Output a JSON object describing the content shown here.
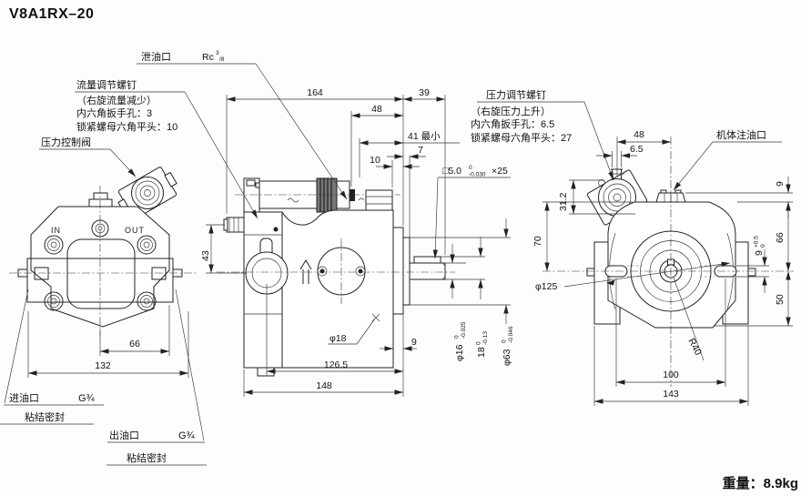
{
  "title": "V8A1RX–20",
  "weight_text": "重量：8.9kg",
  "callouts": {
    "drain_port": "泄油口",
    "drain_thread": {
      "base": "Rc",
      "sup": "3",
      "denom": "/8"
    },
    "flow_screw": {
      "title": "流量调节螺钉",
      "note1": "（右旋流量减少）",
      "note2": "内六角扳手孔：3",
      "note3": "锁紧螺母六角平头：10"
    },
    "pressure_valve": "压力控制阀",
    "pressure_screw": {
      "title": "压力调节螺钉",
      "note1": "（右旋压力上升）",
      "note2": "内六角扳手孔：6.5",
      "note3": "锁紧螺母六角平头：27"
    },
    "body_fill_port": "机体注油口",
    "inlet": {
      "title": "进油口",
      "thread": "G¾",
      "seal": "粘结密封"
    },
    "outlet": {
      "title": "出油口",
      "thread": "G¾",
      "seal": "粘结密封"
    },
    "key_spec": {
      "prefix": "□5.0",
      "tol_upper": "0",
      "tol_lower": "-0.030",
      "suffix": "×25"
    }
  },
  "markings": {
    "in": "IN",
    "out": "OUT"
  },
  "dims": {
    "front": {
      "half_width": "66",
      "full_width": "132",
      "port_height": "43"
    },
    "side": {
      "body_length": "164",
      "shaft_ext": "39",
      "d48": "48",
      "min41": "41 最小",
      "d10": "10",
      "d7": "7",
      "shaft_dia": {
        "prefix": "φ16",
        "tol_upper": "0",
        "tol_lower": "-0.025"
      },
      "key_height": {
        "prefix": "18",
        "tol_upper": "0",
        "tol_lower": "-0.13"
      },
      "spigot_dia": {
        "prefix": "φ63",
        "tol_upper": "0",
        "tol_lower": "-0.046"
      },
      "port_dia": "φ18",
      "flange_t": "9",
      "d126": "126.5",
      "d148": "148"
    },
    "rear": {
      "d31": "31.2",
      "d70": "70",
      "d48": "48",
      "d65": "6.5",
      "d9top": "9",
      "d66": "66",
      "d50": "50",
      "slot": {
        "prefix": "9",
        "tol_upper": "+0.5",
        "tol_lower": "0"
      },
      "pilot_dia": "φ125",
      "r40": "R40",
      "d100": "100",
      "d143": "143"
    }
  }
}
